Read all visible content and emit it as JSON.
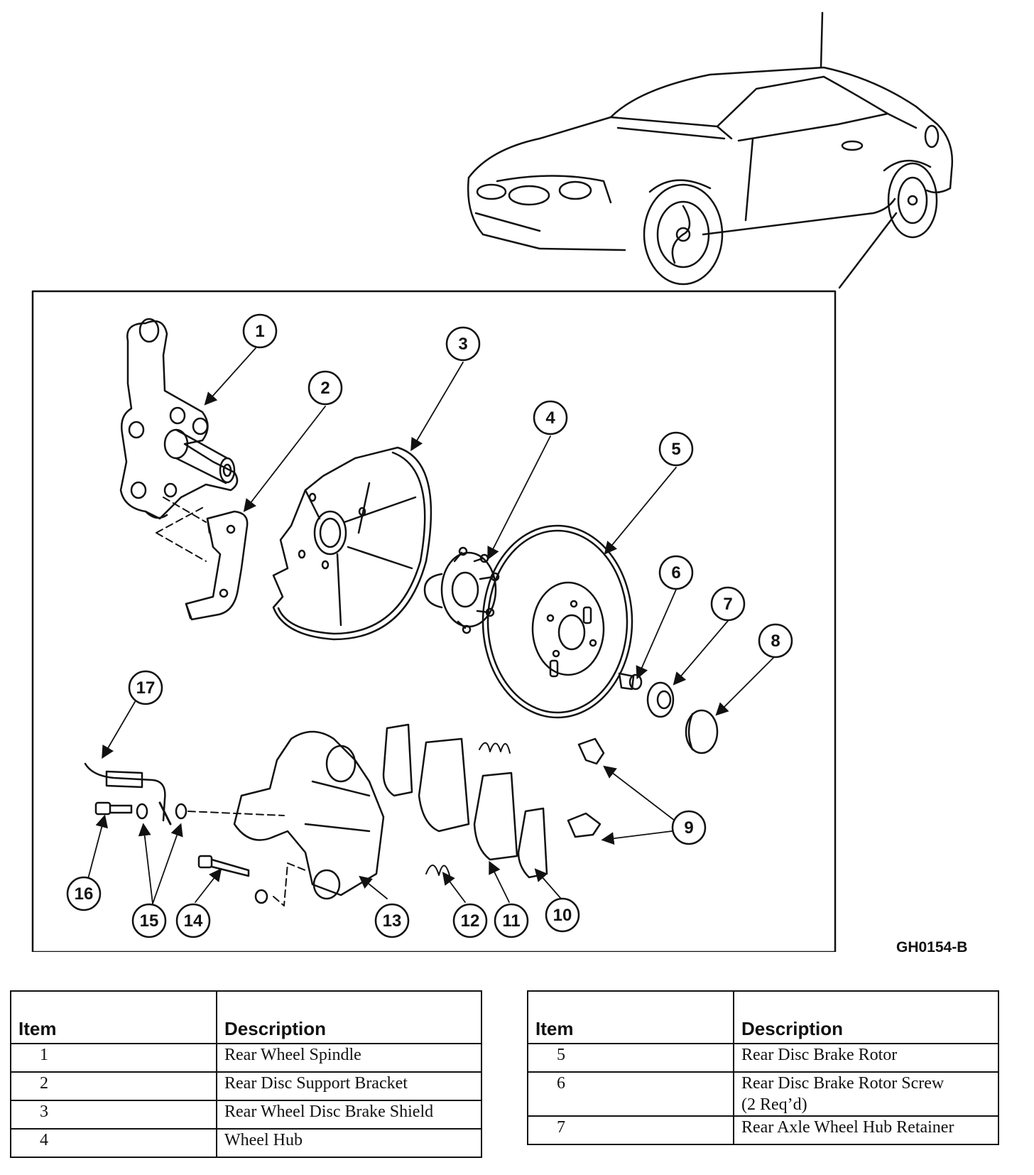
{
  "figure_code": "GH0154-B",
  "callouts": [
    "1",
    "2",
    "3",
    "4",
    "5",
    "6",
    "7",
    "8",
    "9",
    "10",
    "11",
    "12",
    "13",
    "14",
    "15",
    "16",
    "17"
  ],
  "colors": {
    "ink": "#111111",
    "paper": "#ffffff"
  },
  "legend_left": {
    "header_item": "Item",
    "header_desc": "Description",
    "rows": [
      {
        "item": "1",
        "desc": "Rear Wheel Spindle"
      },
      {
        "item": "2",
        "desc": "Rear Disc Support Bracket"
      },
      {
        "item": "3",
        "desc": "Rear Wheel Disc Brake Shield"
      },
      {
        "item": "4",
        "desc": "Wheel Hub"
      }
    ]
  },
  "legend_right": {
    "header_item": "Item",
    "header_desc": "Description",
    "rows": [
      {
        "item": "5",
        "desc": "Rear Disc Brake Rotor"
      },
      {
        "item": "6",
        "desc": "Rear Disc Brake Rotor Screw",
        "desc2": "(2 Req’d)"
      },
      {
        "item": "7",
        "desc": "Rear Axle Wheel Hub Retainer"
      }
    ]
  }
}
